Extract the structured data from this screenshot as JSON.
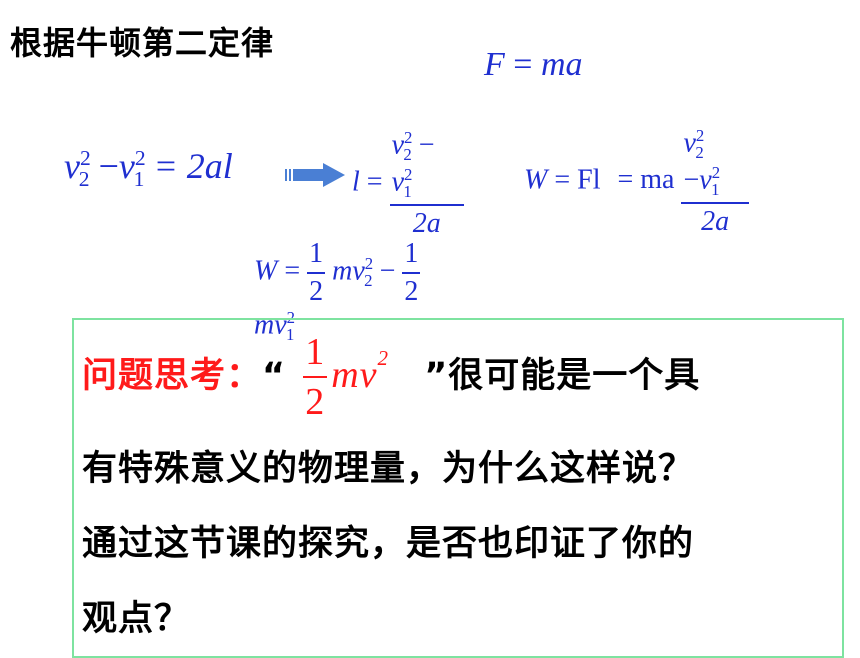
{
  "heading": "根据牛顿第二定律",
  "equations": {
    "newton_lhs": "F",
    "newton_eq": "=",
    "newton_rhs": "ma",
    "kinematic_eq": "= 2al",
    "l_lhs": "l",
    "two_a": "2a",
    "work_lhs": "W",
    "work_mid": "= Fl",
    "work_eq2": "= ma",
    "half_num": "1",
    "half_den": "2",
    "m_v": "mv"
  },
  "question": {
    "label": "问题思考：",
    "open_quote": "“",
    "close_quote": "”",
    "line1_tail": "很可能是一个具",
    "line2": "有特殊意义的物理量，为什么这样说？",
    "line3": "通过这节课的探究，是否也印证了你的",
    "line4": "观点？"
  },
  "colors": {
    "math_blue": "#1f2fd0",
    "highlight_red": "#ff1a1a",
    "box_border": "#7ee3a0",
    "arrow_fill": "#4a7fd4"
  }
}
